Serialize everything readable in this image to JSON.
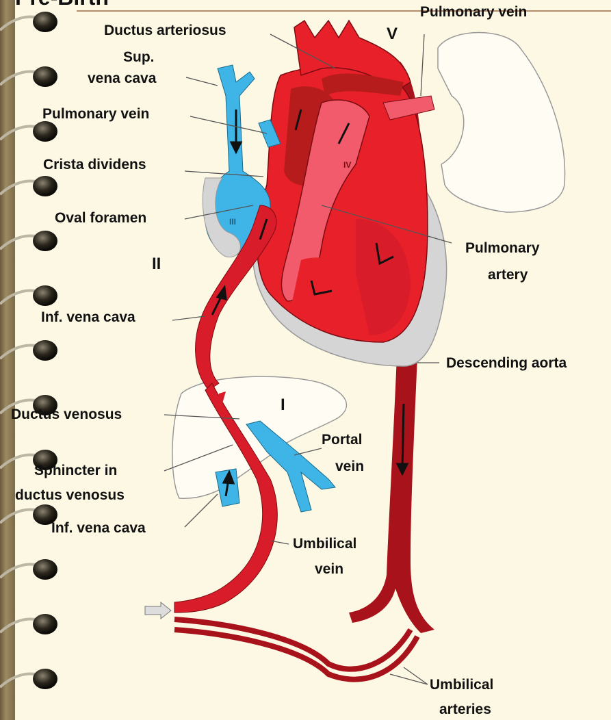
{
  "title": "Pre-Birth",
  "labels": {
    "ductus_arteriosus": "Ductus arteriosus",
    "sup_vena_cava_1": "Sup.",
    "sup_vena_cava_2": "vena cava",
    "pulmonary_vein_left": "Pulmonary vein",
    "pulmonary_vein_top": "Pulmonary vein",
    "crista_dividens": "Crista dividens",
    "oval_foramen": "Oval foramen",
    "pulmonary_artery_1": "Pulmonary",
    "pulmonary_artery_2": "artery",
    "inf_vena_cava_upper": "Inf. vena cava",
    "descending_aorta": "Descending aorta",
    "ductus_venosus": "Ductus venosus",
    "portal_vein_1": "Portal",
    "portal_vein_2": "vein",
    "sphincter_1": "Sphincter in",
    "sphincter_2": "ductus venosus",
    "inf_vena_cava_lower": "Inf. vena cava",
    "umbilical_vein_1": "Umbilical",
    "umbilical_vein_2": "vein",
    "umbilical_arteries_1": "Umbilical",
    "umbilical_arteries_2": "arteries"
  },
  "roman": {
    "i": "I",
    "ii": "II",
    "iii": "III",
    "iv": "IV",
    "v": "V"
  },
  "colors": {
    "oxygenated": "#e8202a",
    "deoxygenated": "#3fb4e6",
    "dark_red": "#a8121a",
    "background": "#fdf8e4"
  }
}
